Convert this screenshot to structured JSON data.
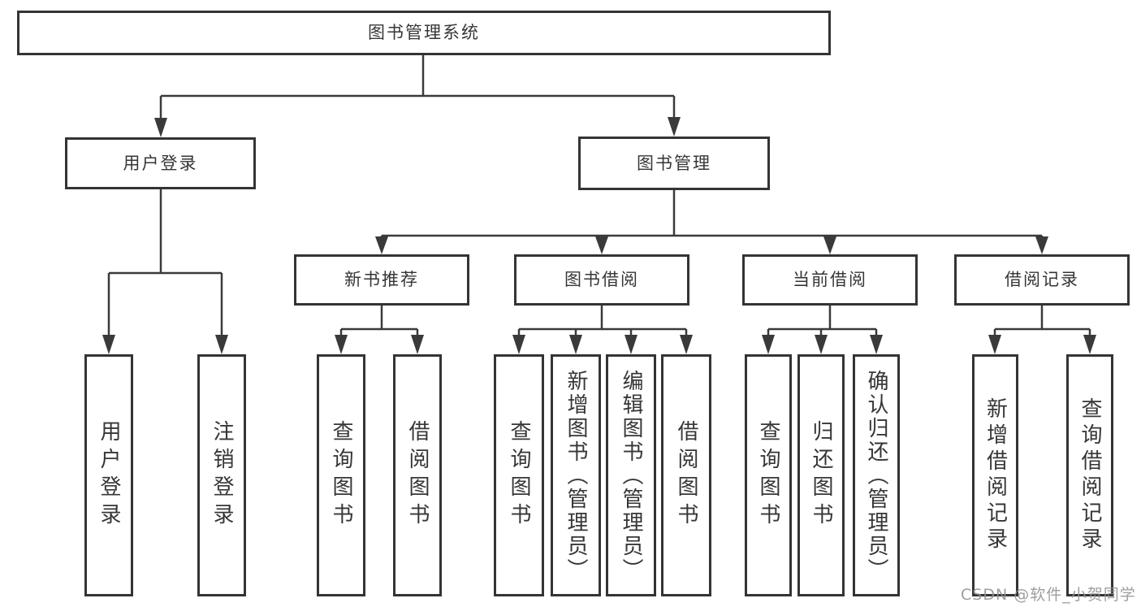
{
  "diagram": {
    "root": {
      "label": "图书管理系统"
    },
    "level2": [
      {
        "id": "user-login",
        "label": "用户登录"
      },
      {
        "id": "book-management",
        "label": "图书管理"
      }
    ],
    "level3": [
      {
        "id": "new-book-recommend",
        "label": "新书推荐"
      },
      {
        "id": "book-borrow",
        "label": "图书借阅"
      },
      {
        "id": "current-borrow",
        "label": "当前借阅"
      },
      {
        "id": "borrow-records",
        "label": "借阅记录"
      }
    ],
    "leaves": {
      "user_login": "用户登录",
      "logout": "注销登录",
      "rec_query_books": "查询图书",
      "rec_borrow_books": "借阅图书",
      "bb_query_books": "查询图书",
      "bb_add_books": "新增图书（管理员）",
      "bb_edit_books": "编辑图书（管理员）",
      "bb_borrow_books": "借阅图书",
      "cb_query_books": "查询图书",
      "cb_return_books": "归还图书",
      "cb_confirm_return": "确认归还（管理员）",
      "br_add_record": "新增借阅记录",
      "br_query_record": "查询借阅记录"
    },
    "watermark": "CSDN @软件_小贺同学",
    "colors": {
      "line": "#3a3a3a",
      "border": "#343434",
      "text": "#363636",
      "watermark": "#919191",
      "background": "#ffffff"
    }
  }
}
